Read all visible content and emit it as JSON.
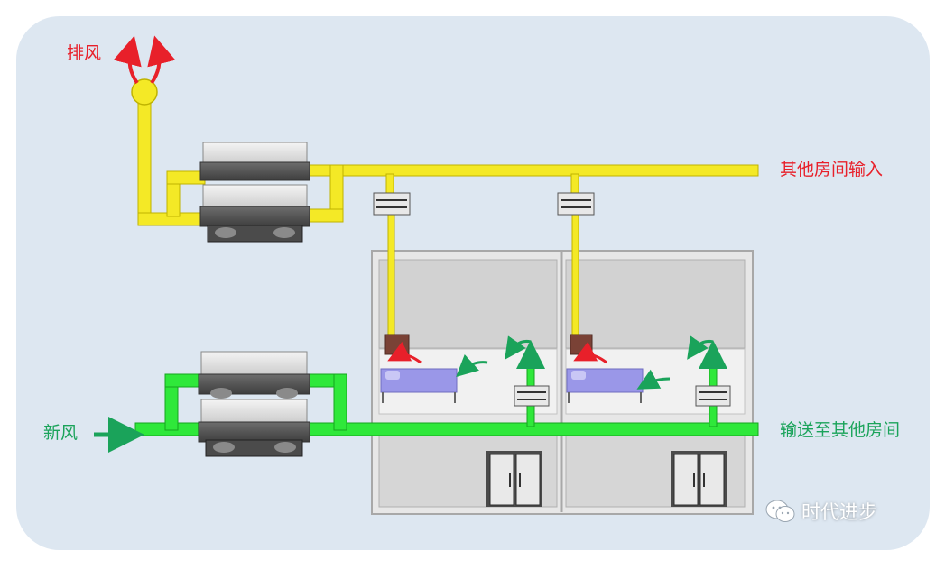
{
  "labels": {
    "exhaust": "排风",
    "other_rooms_input": "其他房间输入",
    "fresh_air": "新风",
    "to_other_rooms": "输送至其他房间"
  },
  "watermark": {
    "text": "时代进步",
    "icon": "wechat-icon"
  },
  "colors": {
    "background_panel": "#dde7f1",
    "exhaust_pipe": "#f4e926",
    "fresh_air_pipe": "#2fe83a",
    "exhaust_label": "#e8202a",
    "fresh_label": "#1aa35a",
    "room_wall": "#d3d3d3",
    "bed": "#9a97e8",
    "exhaust_grille": "#7a4236"
  }
}
